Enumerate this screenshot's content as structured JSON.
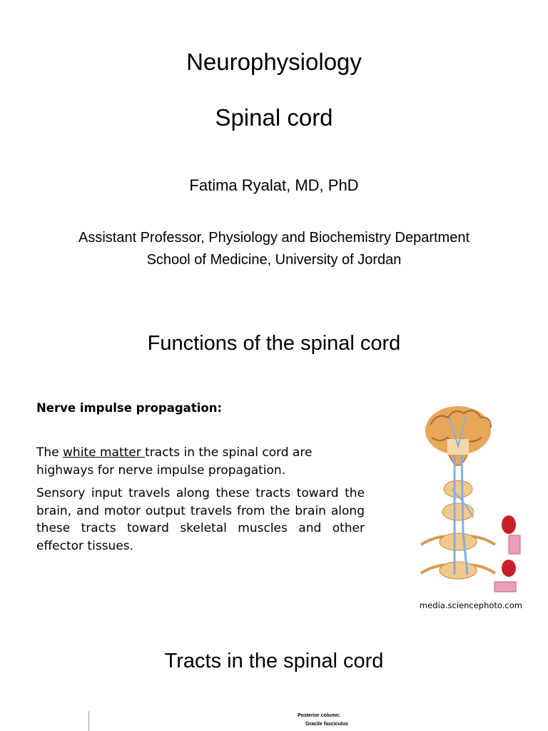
{
  "title": {
    "line1": "Neurophysiology",
    "line2": "Spinal cord",
    "author": "Fatima Ryalat, MD, PhD",
    "affiliation_line1": "Assistant Professor, Physiology and Biochemistry Department",
    "affiliation_line2": "School of Medicine, University of Jordan"
  },
  "section1": {
    "heading": "Functions of the spinal cord",
    "subheading": "Nerve impulse propagation:",
    "p1_pre": "The ",
    "p1_underlined": "white matter ",
    "p1_post": "tracts in the spinal cord are highways for nerve impulse propagation.",
    "p2": "Sensory input travels along these tracts toward the brain, and motor output travels from the brain along these tracts toward skeletal muscles and other effector tissues.",
    "image_credit": "media.sciencephoto.com"
  },
  "section2": {
    "heading": "Tracts in the spinal cord",
    "figure_label1": "Posterior column:",
    "figure_label2": "Gracile fasciculus"
  },
  "colors": {
    "brain": "#e8a65a",
    "brain_dark": "#b06a2a",
    "cord": "#f2c98a",
    "tract_blue": "#7fb0e0",
    "muscle": "#c8202a",
    "muscle_pink": "#e8a0b8"
  }
}
